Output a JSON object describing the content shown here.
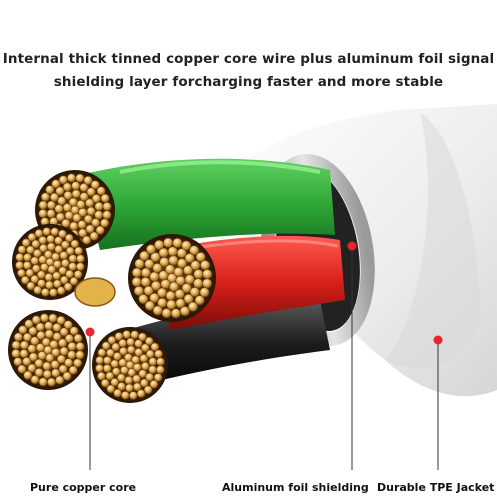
{
  "headline": {
    "line1": "Internal thick tinned copper core wire plus aluminum foil signal",
    "line2": "shielding layer forcharging faster and more stable"
  },
  "callouts": {
    "copper_core": "Pure copper core",
    "foil_shielding": "Aluminum foil shielding",
    "tpe_jacket": "Durable TPE Jacket"
  },
  "colors": {
    "wire_green": "#2fa838",
    "wire_red": "#d8201a",
    "wire_black": "#1c1c1c",
    "copper": "#c9903a",
    "callout_dot": "#e8252f",
    "jacket": "#f2f2f2"
  }
}
